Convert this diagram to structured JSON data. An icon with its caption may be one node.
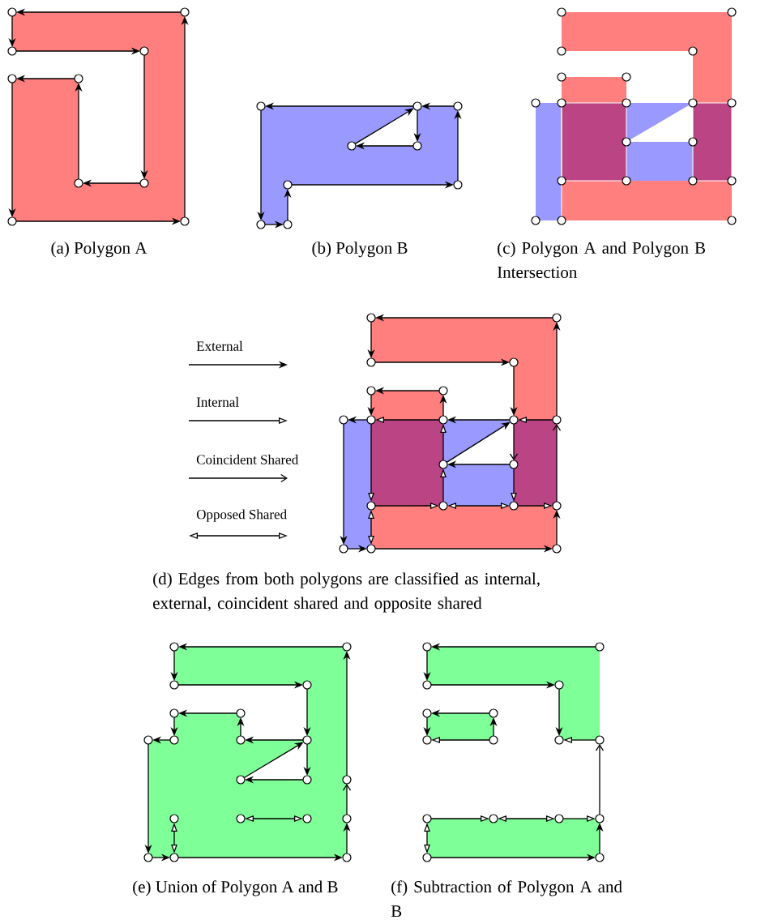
{
  "diagram": {
    "labels": [
      "(a) Polygon A",
      "(b) Polygon B",
      "(c) Polygon A and Polygon B Intersection",
      "(d) Edges from both polygons are classified as internal, external, coincident shared and opposite shared",
      "(e) Union of Polygon A and B",
      "(f) Subtraction of Polygon A and B"
    ],
    "legend": [
      {
        "text": "External"
      },
      {
        "text": "Internal"
      },
      {
        "text": "Coincident Shared"
      },
      {
        "text": "Opposed Shared"
      }
    ]
  }
}
